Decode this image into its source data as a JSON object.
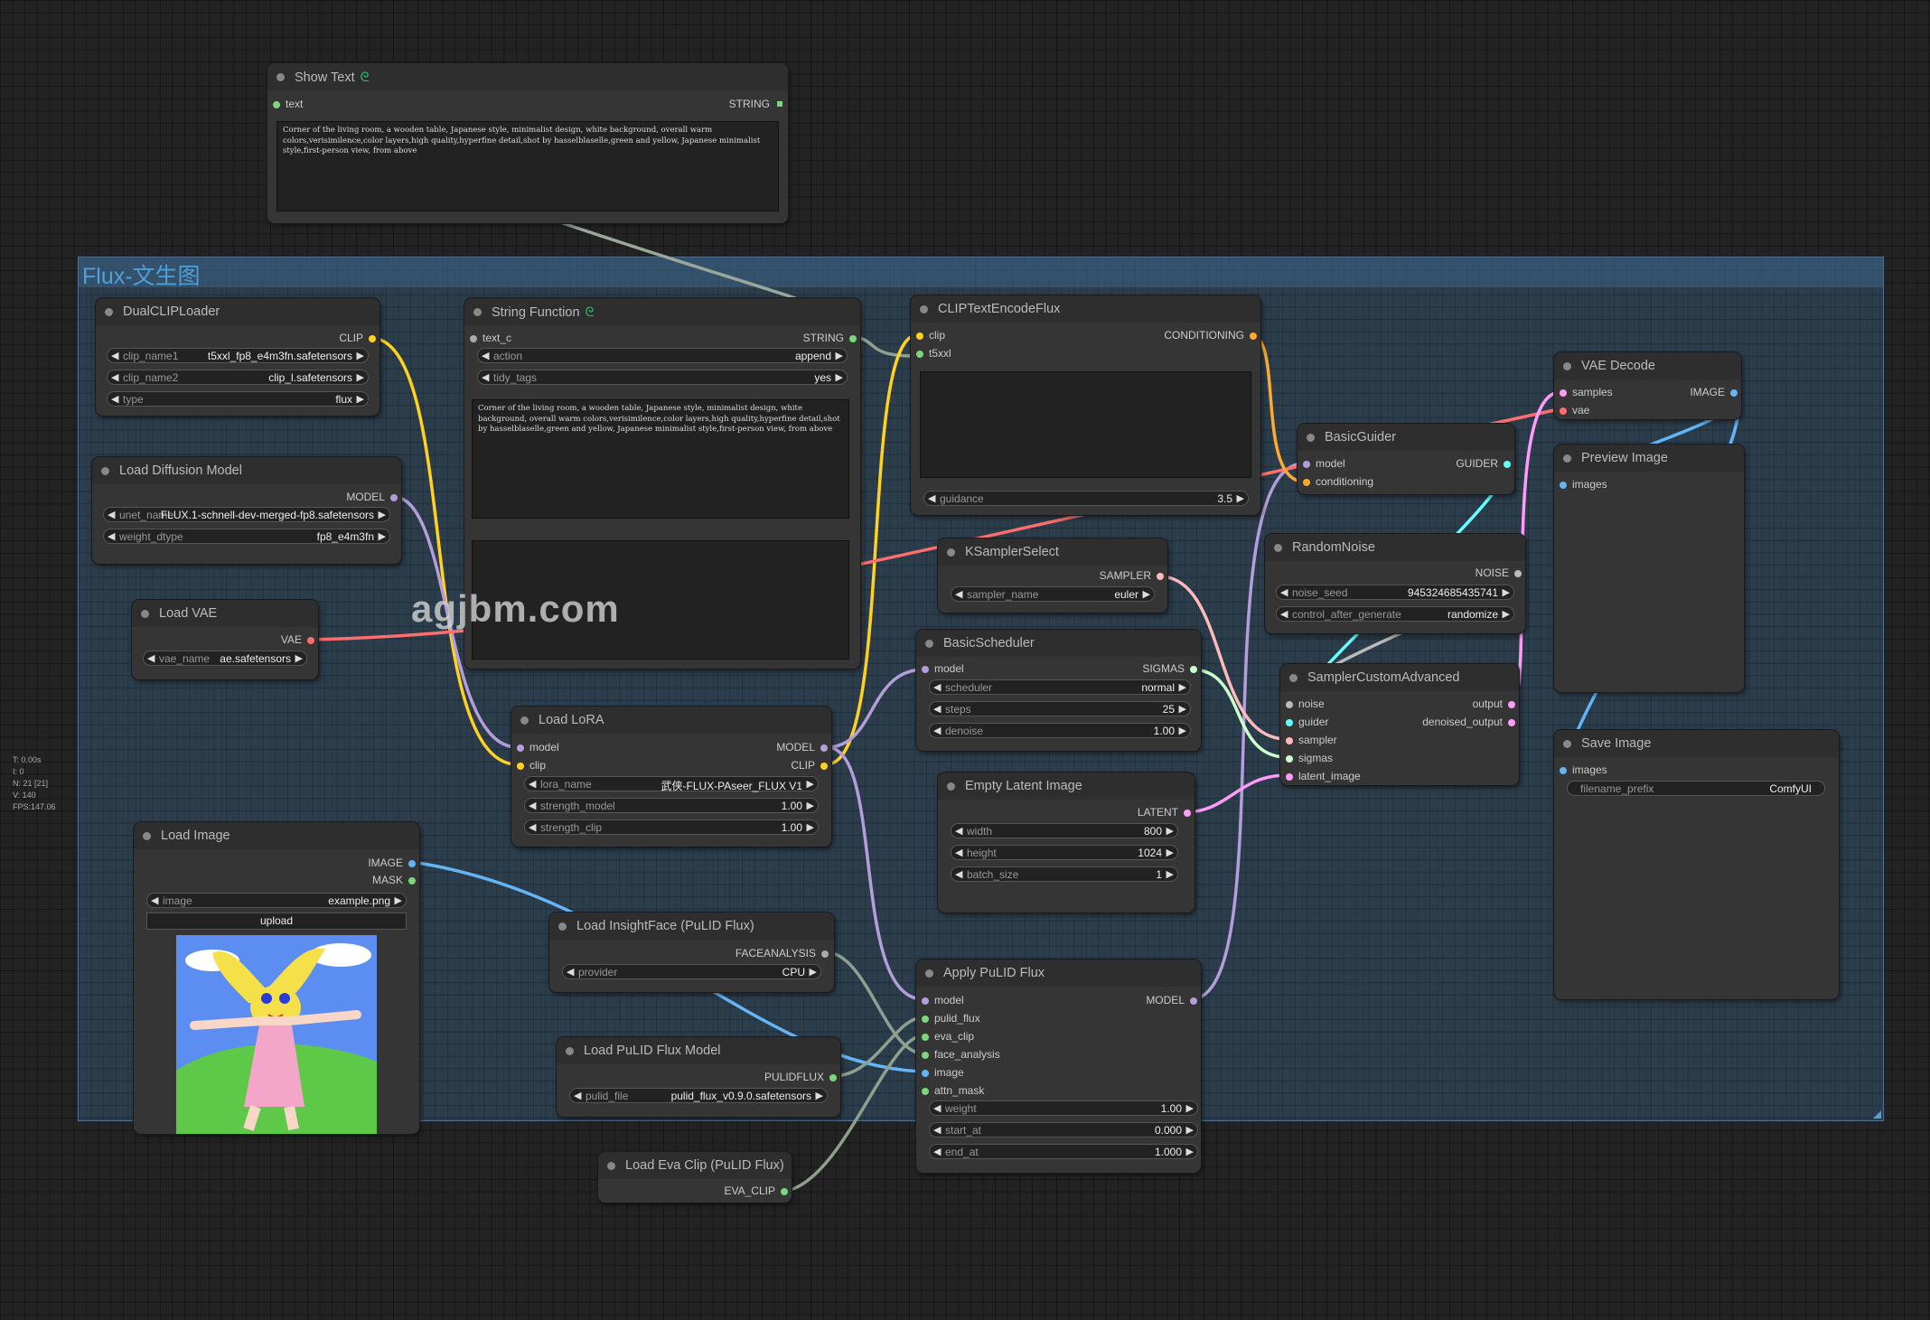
{
  "group": {
    "title": "Flux-文生图"
  },
  "watermark": "agjbm.com",
  "stats": [
    "T: 0.00s",
    "I: 0",
    "N: 21 [21]",
    "V: 140",
    "FPS:147.06"
  ],
  "colors": {
    "clip": "#ffd21f",
    "model": "#b39ddb",
    "vae": "#ff6e6e",
    "conditioning": "#ffa931",
    "latent": "#ff9cf9",
    "image": "#64b5f6",
    "string": "#7cd67c",
    "noise": "#bbbbbb",
    "guider": "#66ffff",
    "sampler": "#ffbbbb",
    "sigmas": "#cdffcd",
    "eva": "#8fd68f"
  },
  "nodes": {
    "show_text": {
      "title": "Show Text",
      "in_text": "text",
      "out_string": "STRING",
      "value": "Corner of the living room, a wooden table, Japanese style, minimalist design, white background, overall warm colors,verisimilence,color layers,high quality,hyperfine detail,shot by hasselblaselle,green and yellow, Japanese minimalist style,first-person view, from above"
    },
    "dual_clip": {
      "title": "DualCLIPLoader",
      "out_clip": "CLIP",
      "w1_label": "clip_name1",
      "w1_value": "t5xxl_fp8_e4m3fn.safetensors",
      "w2_label": "clip_name2",
      "w2_value": "clip_l.safetensors",
      "w3_label": "type",
      "w3_value": "flux"
    },
    "load_diffusion": {
      "title": "Load Diffusion Model",
      "out_model": "MODEL",
      "w1_label": "unet_name",
      "w1_value": "FLUX.1-schnell-dev-merged-fp8.safetensors",
      "w2_label": "weight_dtype",
      "w2_value": "fp8_e4m3fn"
    },
    "load_vae": {
      "title": "Load VAE",
      "out_vae": "VAE",
      "w1_label": "vae_name",
      "w1_value": "ae.safetensors"
    },
    "string_func": {
      "title": "String Function",
      "in_text_c": "text_c",
      "out_string": "STRING",
      "w1_label": "action",
      "w1_value": "append",
      "w2_label": "tidy_tags",
      "w2_value": "yes",
      "value": "Corner of the living room, a wooden table, Japanese style, minimalist design, white background, overall warm colors,verisimilence,color layers,high quality,hyperfine detail,shot by hasselblaselle,green and yellow, Japanese minimalist style,first-person view, from above"
    },
    "clip_text": {
      "title": "CLIPTextEncodeFlux",
      "in_clip": "clip",
      "in_t5": "t5xxl",
      "out_cond": "CONDITIONING",
      "w1_label": "guidance",
      "w1_value": "3.5"
    },
    "ksampler_select": {
      "title": "KSamplerSelect",
      "out_sampler": "SAMPLER",
      "w1_label": "sampler_name",
      "w1_value": "euler"
    },
    "basic_scheduler": {
      "title": "BasicScheduler",
      "in_model": "model",
      "out_sigmas": "SIGMAS",
      "w1_label": "scheduler",
      "w1_value": "normal",
      "w2_label": "steps",
      "w2_value": "25",
      "w3_label": "denoise",
      "w3_value": "1.00"
    },
    "basic_guider": {
      "title": "BasicGuider",
      "in_model": "model",
      "in_cond": "conditioning",
      "out_guider": "GUIDER"
    },
    "random_noise": {
      "title": "RandomNoise",
      "out_noise": "NOISE",
      "w1_label": "noise_seed",
      "w1_value": "945324685435741",
      "w2_label": "control_after_generate",
      "w2_value": "randomize"
    },
    "sampler_custom": {
      "title": "SamplerCustomAdvanced",
      "in_noise": "noise",
      "in_guider": "guider",
      "in_sampler": "sampler",
      "in_sigmas": "sigmas",
      "in_latent": "latent_image",
      "out_output": "output",
      "out_denoised": "denoised_output"
    },
    "vae_decode": {
      "title": "VAE Decode",
      "in_samples": "samples",
      "in_vae": "vae",
      "out_image": "IMAGE"
    },
    "preview_image": {
      "title": "Preview Image",
      "in_images": "images"
    },
    "save_image": {
      "title": "Save Image",
      "in_images": "images",
      "w1_label": "filename_prefix",
      "w1_value": "ComfyUI"
    },
    "empty_latent": {
      "title": "Empty Latent Image",
      "out_latent": "LATENT",
      "w1_label": "width",
      "w1_value": "800",
      "w2_label": "height",
      "w2_value": "1024",
      "w3_label": "batch_size",
      "w3_value": "1"
    },
    "load_lora": {
      "title": "Load LoRA",
      "in_model": "model",
      "in_clip": "clip",
      "out_model": "MODEL",
      "out_clip": "CLIP",
      "w1_label": "lora_name",
      "w1_value": "武侠-FLUX-PAseer_FLUX V1",
      "w2_label": "strength_model",
      "w2_value": "1.00",
      "w3_label": "strength_clip",
      "w3_value": "1.00"
    },
    "load_image": {
      "title": "Load Image",
      "out_image": "IMAGE",
      "out_mask": "MASK",
      "w1_label": "image",
      "w1_value": "example.png",
      "upload": "upload"
    },
    "load_insightface": {
      "title": "Load InsightFace (PuLID Flux)",
      "out_face": "FACEANALYSIS",
      "w1_label": "provider",
      "w1_value": "CPU"
    },
    "load_pulid": {
      "title": "Load PuLID Flux Model",
      "out_pulid": "PULIDFLUX",
      "w1_label": "pulid_file",
      "w1_value": "pulid_flux_v0.9.0.safetensors"
    },
    "load_eva": {
      "title": "Load Eva Clip (PuLID Flux)",
      "out_eva": "EVA_CLIP"
    },
    "apply_pulid": {
      "title": "Apply PuLID Flux",
      "in_model": "model",
      "in_pulid": "pulid_flux",
      "in_eva": "eva_clip",
      "in_face": "face_analysis",
      "in_image": "image",
      "in_mask": "attn_mask",
      "out_model": "MODEL",
      "w1_label": "weight",
      "w1_value": "1.00",
      "w2_label": "start_at",
      "w2_value": "0.000",
      "w3_label": "end_at",
      "w3_value": "1.000"
    }
  }
}
